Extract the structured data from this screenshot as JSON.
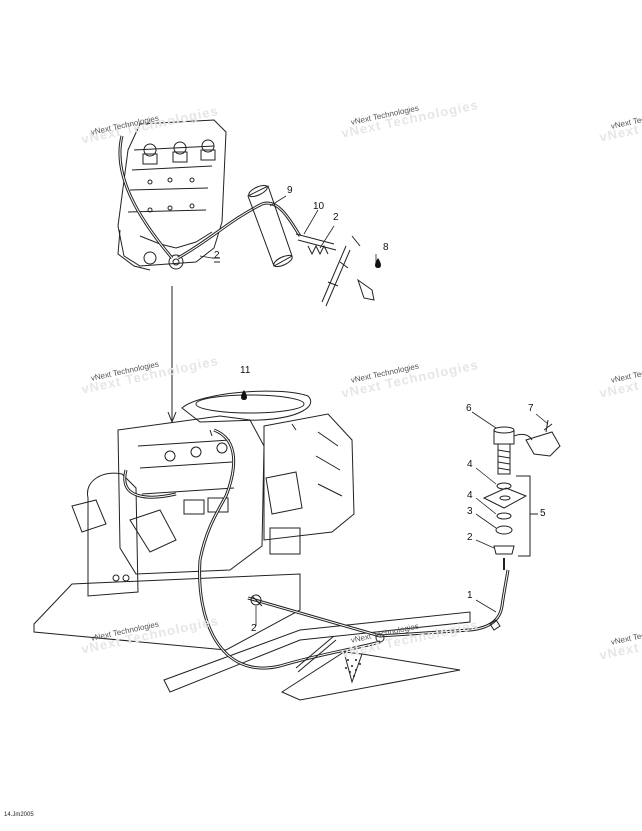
{
  "watermark": "vNext Technologies",
  "footer_code": "14.Jm2005",
  "callouts": {
    "c9": "9",
    "c10": "10",
    "c2_top": "2",
    "c2_engine": "2",
    "c8": "8",
    "c11": "11",
    "c6": "6",
    "c7": "7",
    "c4a": "4",
    "c4b": "4",
    "c3": "3",
    "c5": "5",
    "c2_stack": "2",
    "c1": "1",
    "c2_bottom": "2"
  }
}
